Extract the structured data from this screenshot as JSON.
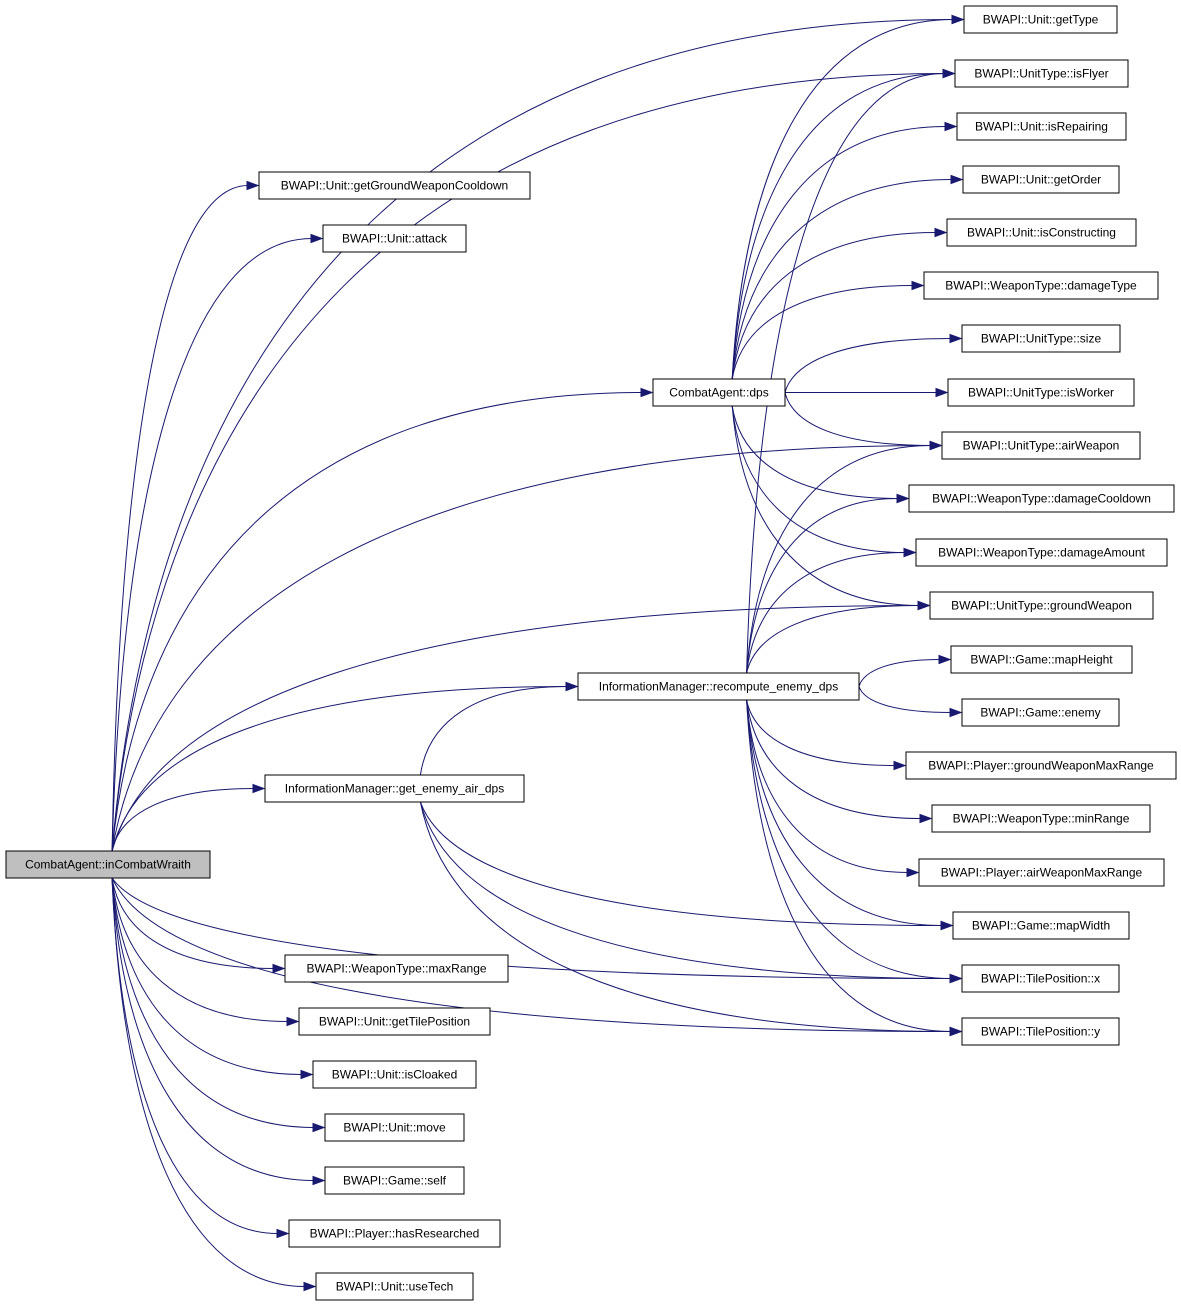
{
  "graph": {
    "colors": {
      "edge": "#191970",
      "root_fill": "#bfbfbf",
      "node_fill": "#ffffff",
      "border": "#000000"
    },
    "nodes": [
      {
        "id": "root",
        "label": "CombatAgent::inCombatWraith",
        "root": true
      },
      {
        "id": "getGroundWeaponCooldown",
        "label": "BWAPI::Unit::getGroundWeaponCooldown"
      },
      {
        "id": "attack",
        "label": "BWAPI::Unit::attack"
      },
      {
        "id": "dps",
        "label": "CombatAgent::dps"
      },
      {
        "id": "recompute",
        "label": "InformationManager::recompute_enemy_dps"
      },
      {
        "id": "getEnemyAirDps",
        "label": "InformationManager::get_enemy_air_dps"
      },
      {
        "id": "maxRange",
        "label": "BWAPI::WeaponType::maxRange"
      },
      {
        "id": "getTilePosition",
        "label": "BWAPI::Unit::getTilePosition"
      },
      {
        "id": "isCloaked",
        "label": "BWAPI::Unit::isCloaked"
      },
      {
        "id": "move",
        "label": "BWAPI::Unit::move"
      },
      {
        "id": "self",
        "label": "BWAPI::Game::self"
      },
      {
        "id": "hasResearched",
        "label": "BWAPI::Player::hasResearched"
      },
      {
        "id": "useTech",
        "label": "BWAPI::Unit::useTech"
      },
      {
        "id": "getType",
        "label": "BWAPI::Unit::getType"
      },
      {
        "id": "isFlyer",
        "label": "BWAPI::UnitType::isFlyer"
      },
      {
        "id": "isRepairing",
        "label": "BWAPI::Unit::isRepairing"
      },
      {
        "id": "getOrder",
        "label": "BWAPI::Unit::getOrder"
      },
      {
        "id": "isConstructing",
        "label": "BWAPI::Unit::isConstructing"
      },
      {
        "id": "damageType",
        "label": "BWAPI::WeaponType::damageType"
      },
      {
        "id": "size",
        "label": "BWAPI::UnitType::size"
      },
      {
        "id": "isWorker",
        "label": "BWAPI::UnitType::isWorker"
      },
      {
        "id": "airWeapon",
        "label": "BWAPI::UnitType::airWeapon"
      },
      {
        "id": "damageCooldown",
        "label": "BWAPI::WeaponType::damageCooldown"
      },
      {
        "id": "damageAmount",
        "label": "BWAPI::WeaponType::damageAmount"
      },
      {
        "id": "groundWeapon",
        "label": "BWAPI::UnitType::groundWeapon"
      },
      {
        "id": "mapHeight",
        "label": "BWAPI::Game::mapHeight"
      },
      {
        "id": "enemy",
        "label": "BWAPI::Game::enemy"
      },
      {
        "id": "groundWeaponMaxRange",
        "label": "BWAPI::Player::groundWeaponMaxRange"
      },
      {
        "id": "minRange",
        "label": "BWAPI::WeaponType::minRange"
      },
      {
        "id": "airWeaponMaxRange",
        "label": "BWAPI::Player::airWeaponMaxRange"
      },
      {
        "id": "mapWidth",
        "label": "BWAPI::Game::mapWidth"
      },
      {
        "id": "tileX",
        "label": "BWAPI::TilePosition::x"
      },
      {
        "id": "tileY",
        "label": "BWAPI::TilePosition::y"
      }
    ],
    "edges": [
      [
        "root",
        "getGroundWeaponCooldown"
      ],
      [
        "root",
        "attack"
      ],
      [
        "root",
        "getType"
      ],
      [
        "root",
        "isFlyer"
      ],
      [
        "root",
        "dps"
      ],
      [
        "root",
        "airWeapon"
      ],
      [
        "root",
        "groundWeapon"
      ],
      [
        "root",
        "recompute"
      ],
      [
        "root",
        "getEnemyAirDps"
      ],
      [
        "root",
        "tileX"
      ],
      [
        "root",
        "tileY"
      ],
      [
        "root",
        "maxRange"
      ],
      [
        "root",
        "getTilePosition"
      ],
      [
        "root",
        "isCloaked"
      ],
      [
        "root",
        "move"
      ],
      [
        "root",
        "self"
      ],
      [
        "root",
        "hasResearched"
      ],
      [
        "root",
        "useTech"
      ],
      [
        "dps",
        "getType"
      ],
      [
        "dps",
        "isFlyer"
      ],
      [
        "dps",
        "isRepairing"
      ],
      [
        "dps",
        "getOrder"
      ],
      [
        "dps",
        "isConstructing"
      ],
      [
        "dps",
        "damageType"
      ],
      [
        "dps",
        "size"
      ],
      [
        "dps",
        "isWorker"
      ],
      [
        "dps",
        "airWeapon"
      ],
      [
        "dps",
        "damageCooldown"
      ],
      [
        "dps",
        "damageAmount"
      ],
      [
        "dps",
        "groundWeapon"
      ],
      [
        "recompute",
        "isFlyer"
      ],
      [
        "recompute",
        "airWeapon"
      ],
      [
        "recompute",
        "damageCooldown"
      ],
      [
        "recompute",
        "damageAmount"
      ],
      [
        "recompute",
        "groundWeapon"
      ],
      [
        "recompute",
        "mapHeight"
      ],
      [
        "recompute",
        "enemy"
      ],
      [
        "recompute",
        "groundWeaponMaxRange"
      ],
      [
        "recompute",
        "minRange"
      ],
      [
        "recompute",
        "airWeaponMaxRange"
      ],
      [
        "recompute",
        "mapWidth"
      ],
      [
        "recompute",
        "tileX"
      ],
      [
        "recompute",
        "tileY"
      ],
      [
        "getEnemyAirDps",
        "recompute"
      ],
      [
        "getEnemyAirDps",
        "mapWidth"
      ],
      [
        "getEnemyAirDps",
        "tileX"
      ],
      [
        "getEnemyAirDps",
        "tileY"
      ]
    ]
  }
}
